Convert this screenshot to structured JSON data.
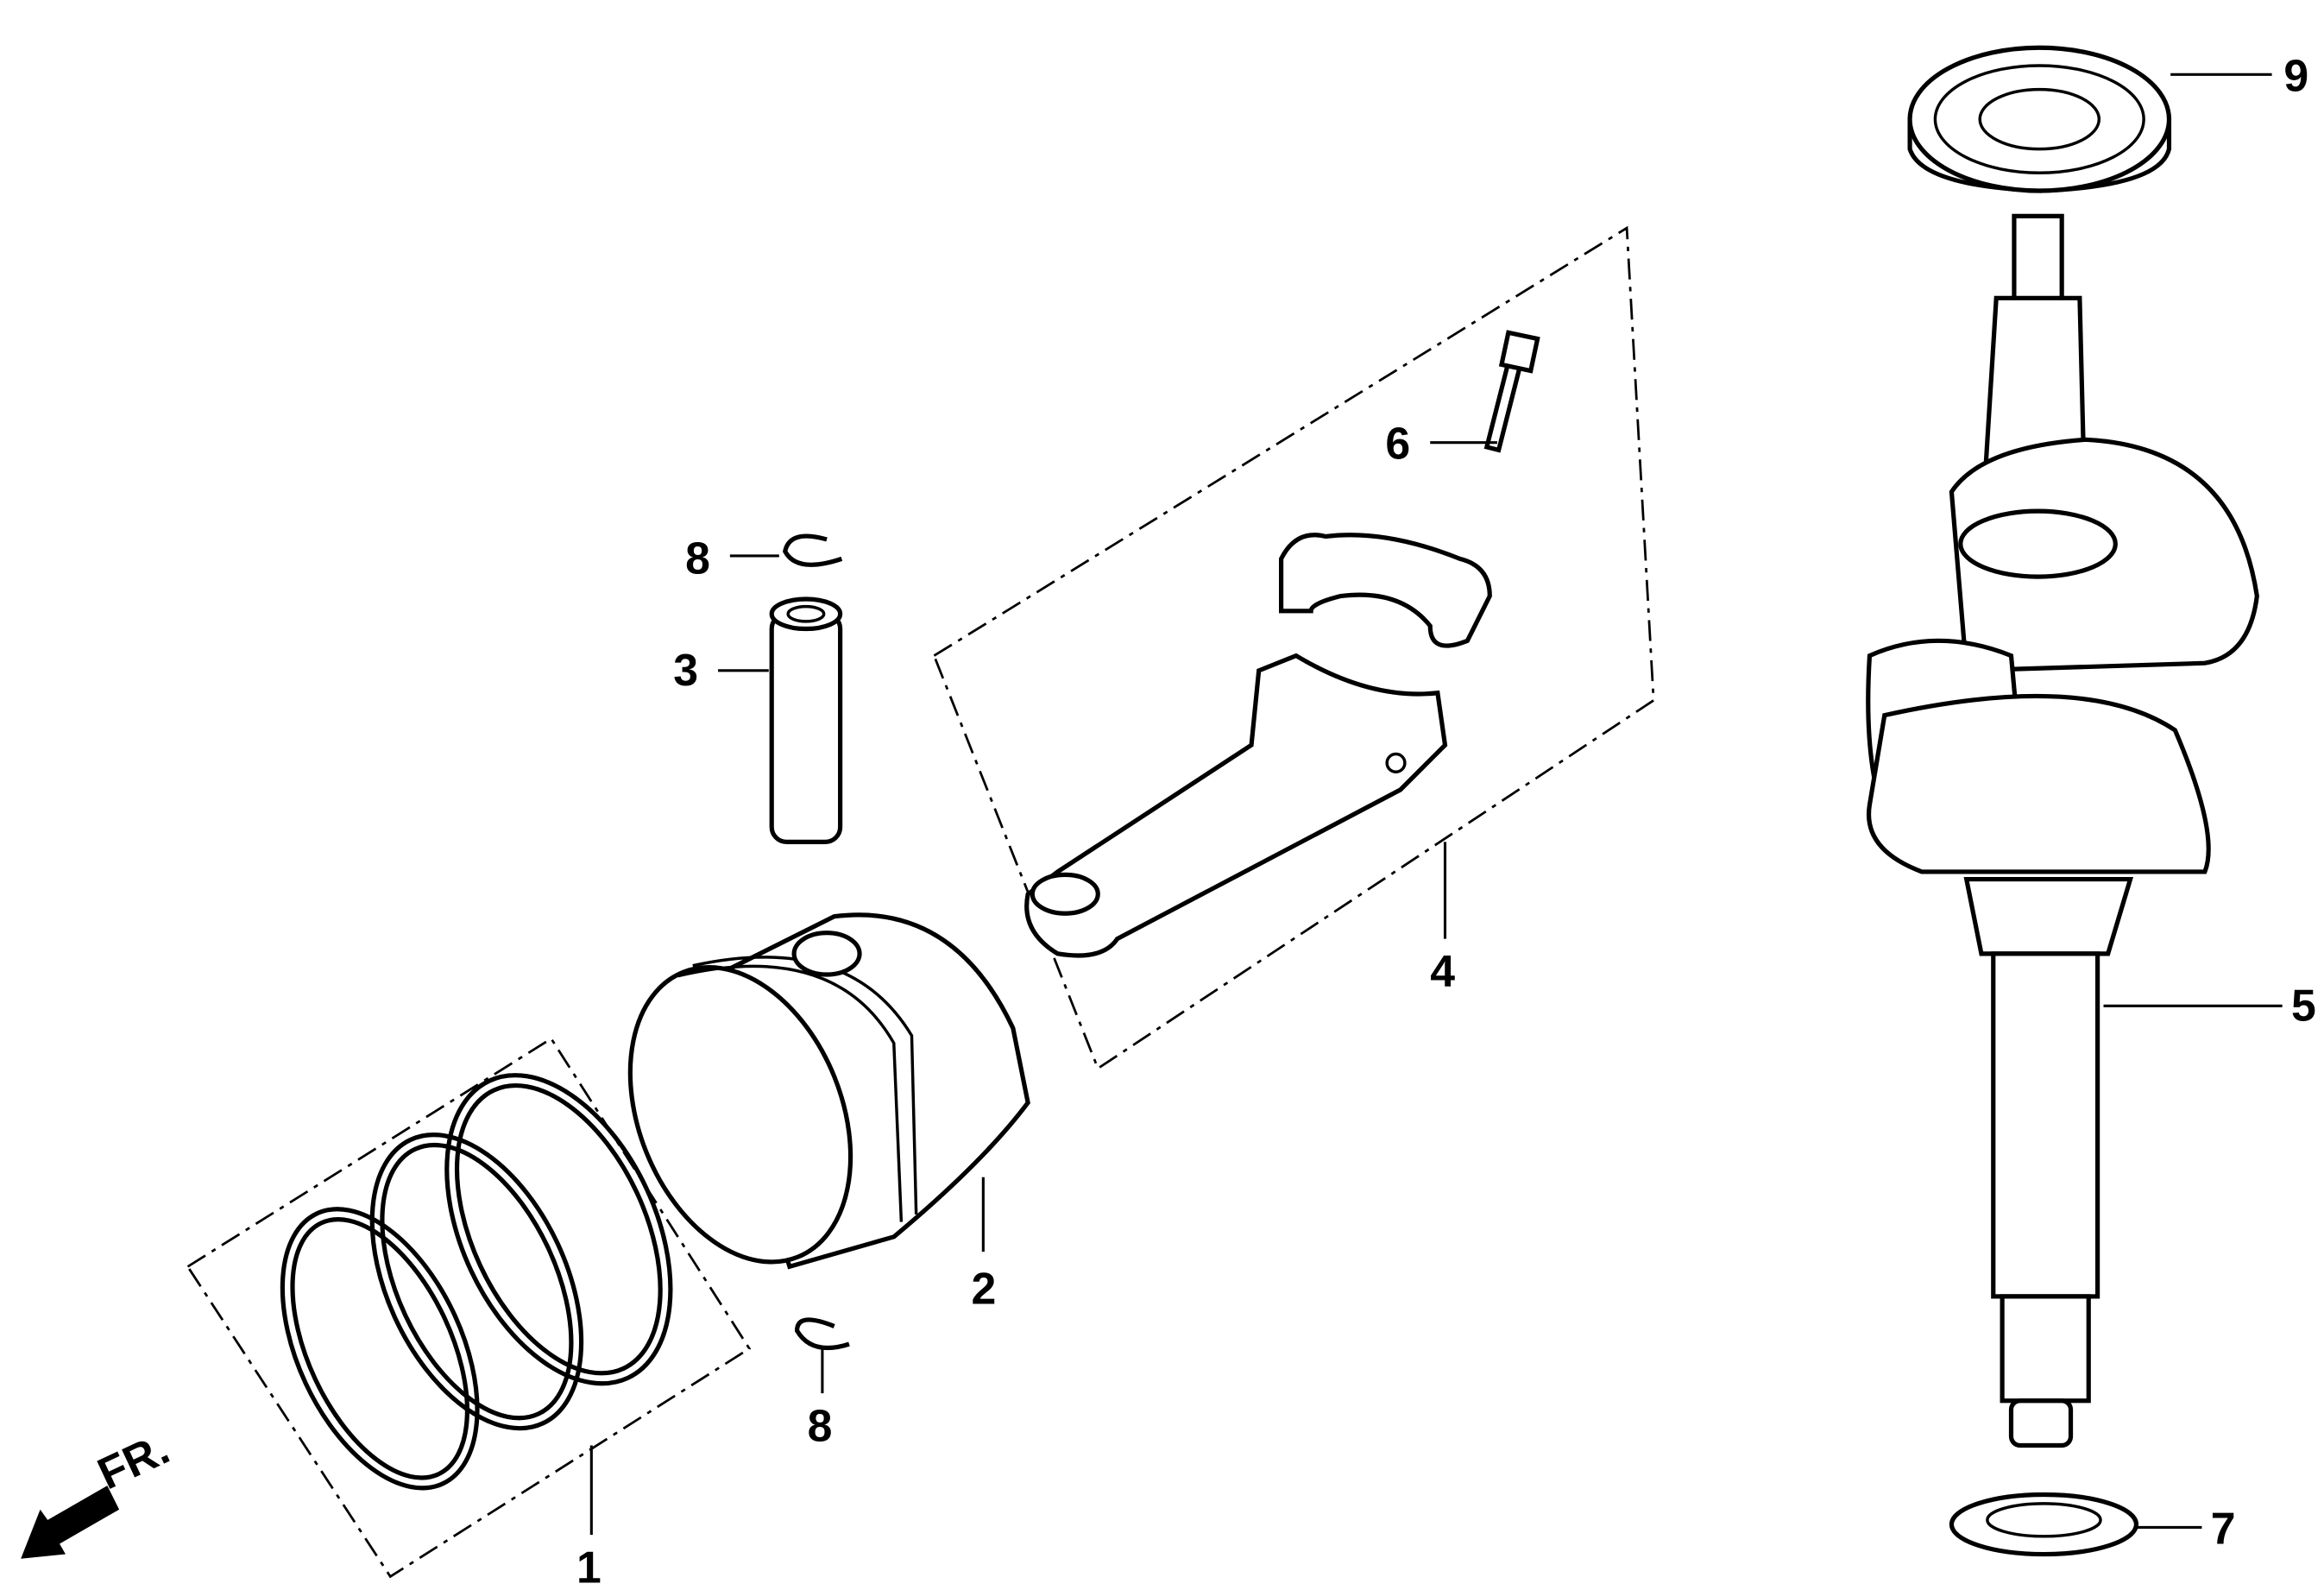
{
  "diagram": {
    "direction_label": "FR.",
    "callouts": [
      {
        "id": "1",
        "part": "piston-ring-set"
      },
      {
        "id": "2",
        "part": "piston"
      },
      {
        "id": "3",
        "part": "piston-pin"
      },
      {
        "id": "4",
        "part": "connecting-rod-assembly"
      },
      {
        "id": "5",
        "part": "crankshaft"
      },
      {
        "id": "6",
        "part": "connecting-rod-bolt"
      },
      {
        "id": "7",
        "part": "washer"
      },
      {
        "id": "8",
        "part": "piston-pin-clip"
      },
      {
        "id": "8b",
        "label": "8",
        "part": "piston-pin-clip"
      },
      {
        "id": "9",
        "part": "ball-bearing"
      }
    ]
  }
}
